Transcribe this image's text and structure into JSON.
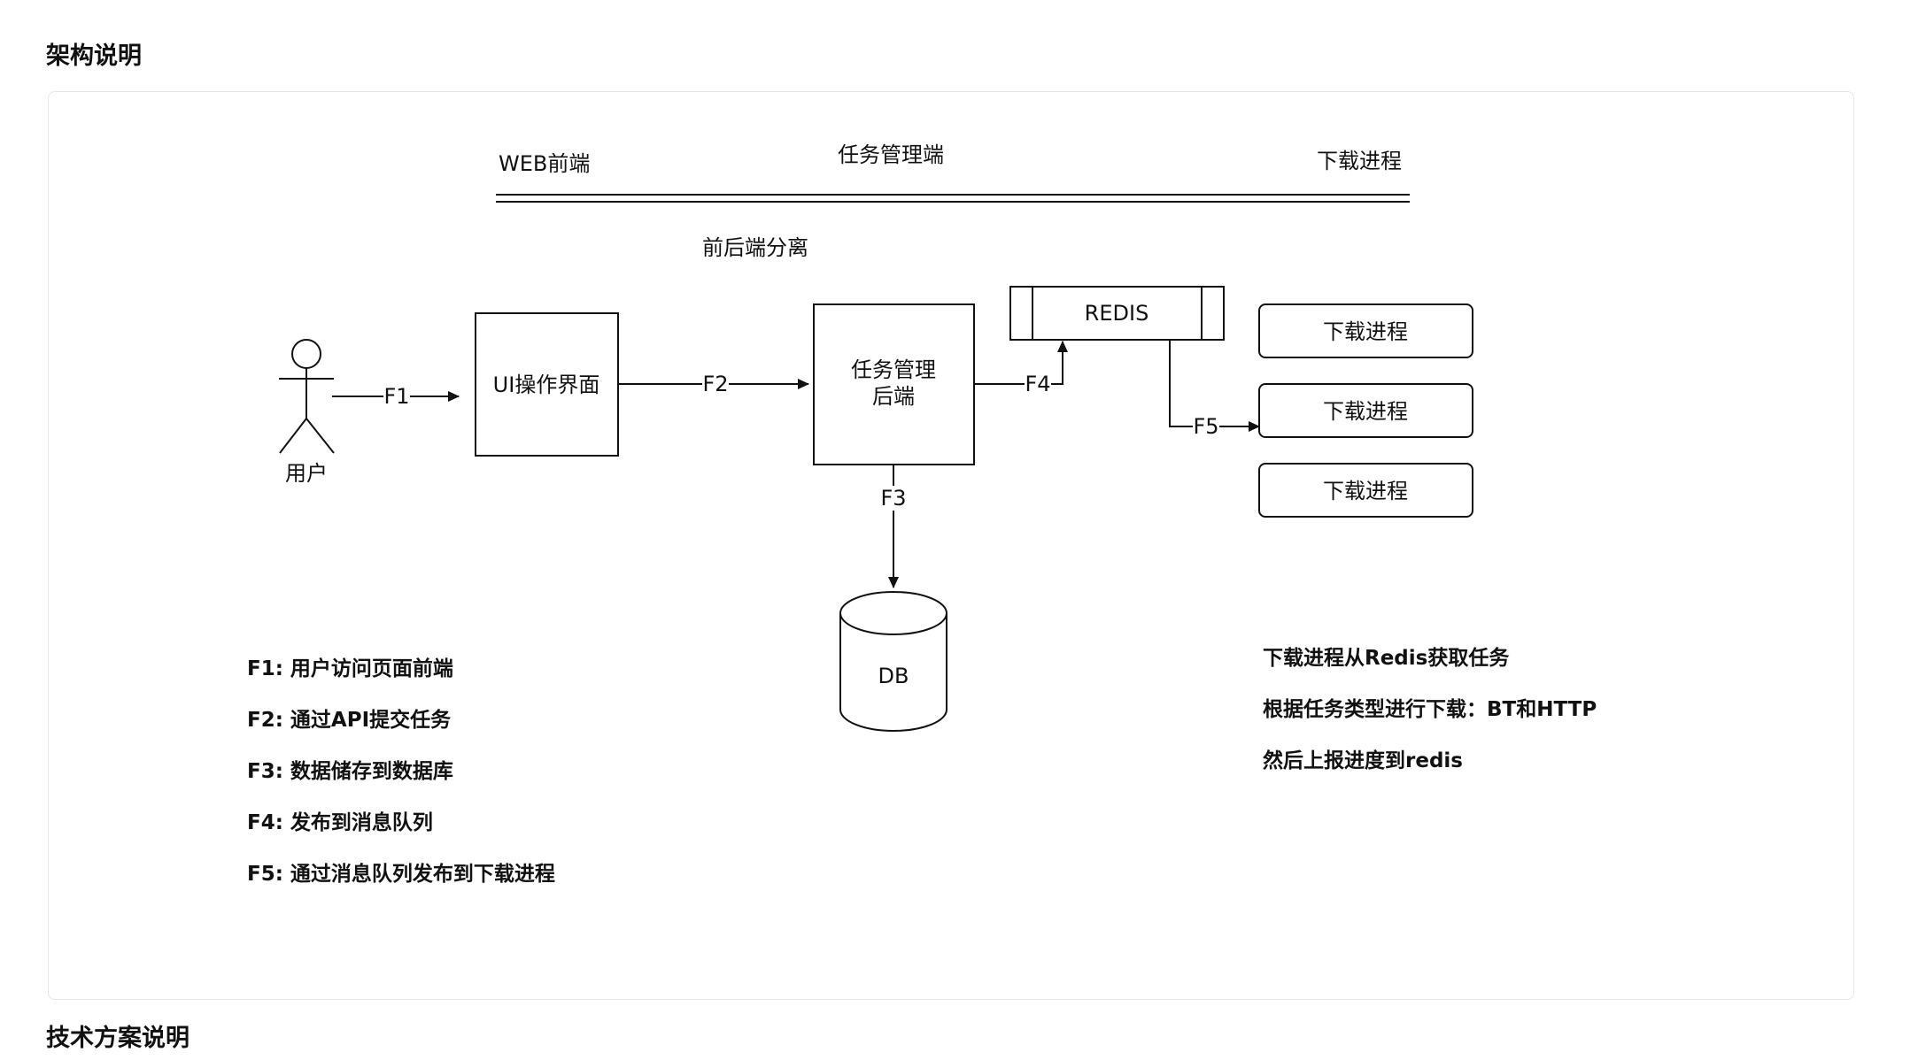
{
  "page": {
    "section_title": "架构说明",
    "next_section_title": "技术方案说明"
  },
  "diagram": {
    "header_labels": {
      "web_frontend": "WEB前端",
      "task_manager": "任务管理端",
      "download_process": "下载进程"
    },
    "separation_label": "前后端分离",
    "actor_label": "用户",
    "nodes": {
      "ui": "UI操作界面",
      "backend_line1": "任务管理",
      "backend_line2": "后端",
      "redis": "REDIS",
      "db": "DB",
      "worker1": "下载进程",
      "worker2": "下载进程",
      "worker3": "下载进程"
    },
    "edges": {
      "f1": "F1",
      "f2": "F2",
      "f3": "F3",
      "f4": "F4",
      "f5": "F5"
    },
    "flow_notes": [
      "F1: 用户访问页面前端",
      "F2: 通过API提交任务",
      "F3: 数据储存到数据库",
      "F4: 发布到消息队列",
      "F5: 通过消息队列发布到下载进程"
    ],
    "worker_notes": [
      "下载进程从Redis获取任务",
      "根据任务类型进行下载：BT和HTTP",
      "然后上报进度到redis"
    ]
  }
}
